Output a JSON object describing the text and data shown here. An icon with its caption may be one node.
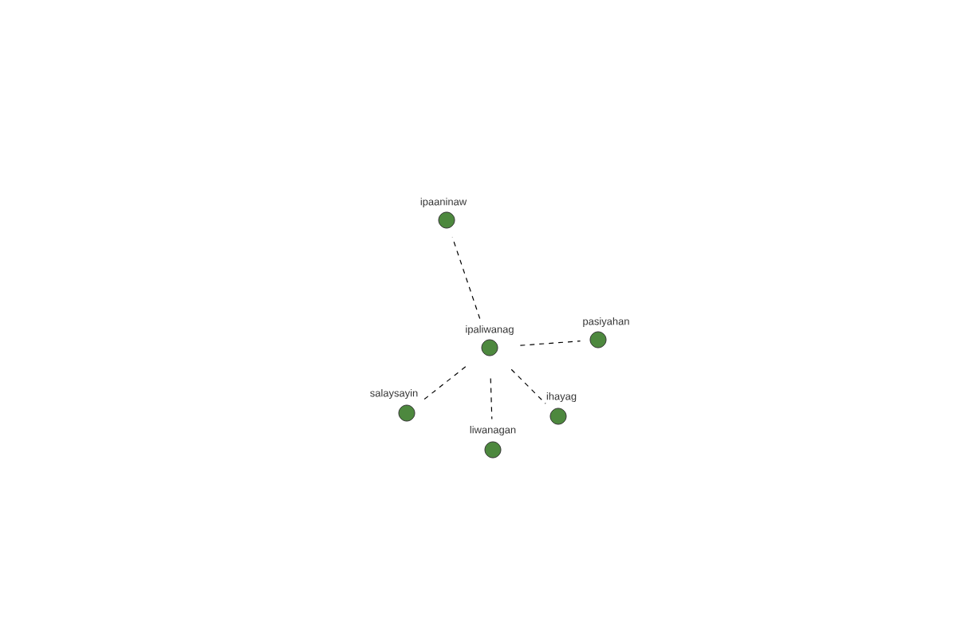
{
  "diagram": {
    "nodes": [
      {
        "text": [
          "ipaaninaw"
        ]
      },
      {
        "text": [
          "ipaliwanag"
        ]
      },
      {
        "text": [
          "pasiyahan"
        ]
      },
      {
        "text": [
          "salaysayin"
        ]
      },
      {
        "text": [
          "ihayag"
        ]
      },
      {
        "text": [
          "liwanagan"
        ]
      }
    ],
    "edges": [
      {
        "from": 1,
        "to": 0,
        "arrow": "none",
        "style": "dashed"
      },
      {
        "from": 1,
        "to": 2,
        "arrow": "none",
        "style": "dashed"
      },
      {
        "from": 1,
        "to": 3,
        "arrow": "none",
        "style": "dashed"
      },
      {
        "from": 1,
        "to": 4,
        "arrow": "none",
        "style": "dashed"
      },
      {
        "from": 1,
        "to": 5,
        "arrow": "none",
        "style": "dashed"
      }
    ]
  }
}
